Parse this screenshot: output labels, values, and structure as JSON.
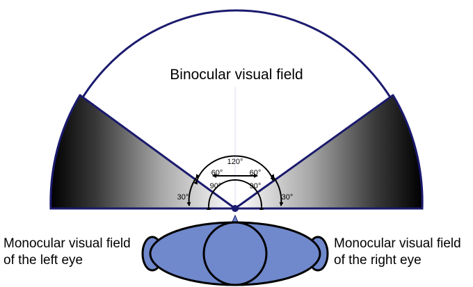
{
  "labels": {
    "binocular": "Binocular visual field",
    "left_line1": "Monocular visual field",
    "left_line2": "of the left eye",
    "right_line1": "Monocular visual field",
    "right_line2": "of the right eye"
  },
  "angles": {
    "a120": "120°",
    "a60_left": "60°",
    "a60_right": "60°",
    "a90_left": "90°",
    "a90_right": "90°",
    "a30_left": "30°",
    "a30_right": "30°"
  },
  "colors": {
    "outline": "#1a1a6e",
    "head_fill": "#7088cc",
    "gradient_dark": "#000000",
    "gradient_light": "#ffffff",
    "arc_color": "#000000"
  }
}
